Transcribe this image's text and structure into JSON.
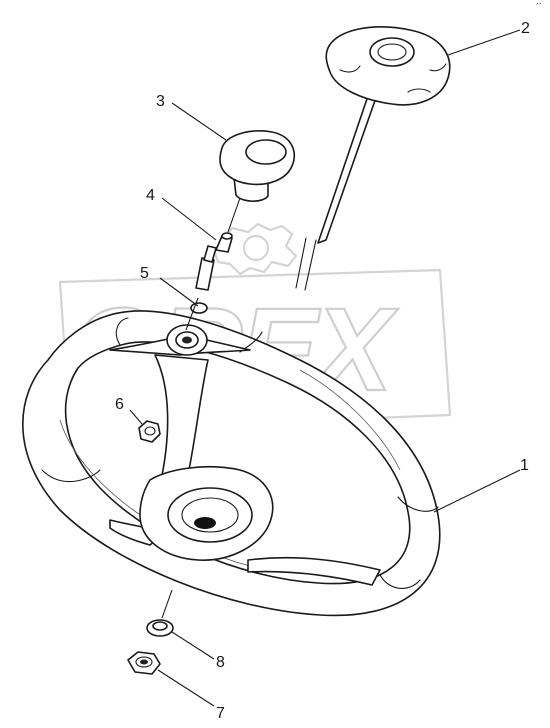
{
  "watermark": {
    "text": "OREX"
  },
  "corner_mark": "´´",
  "callouts": [
    {
      "id": "1",
      "label": "1"
    },
    {
      "id": "2",
      "label": "2"
    },
    {
      "id": "3",
      "label": "3"
    },
    {
      "id": "4",
      "label": "4"
    },
    {
      "id": "5",
      "label": "5"
    },
    {
      "id": "6",
      "label": "6"
    },
    {
      "id": "7",
      "label": "7"
    },
    {
      "id": "8",
      "label": "8"
    }
  ]
}
